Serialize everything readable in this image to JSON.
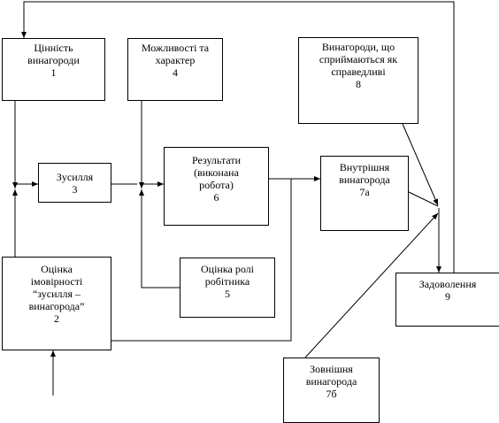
{
  "boxes": {
    "b1": "Цінність\nвинагороди\n1",
    "b4": "Можливості та\nхарактер\n4",
    "b8": "Винагороди, що\nсприймаються як\nсправедливі\n8",
    "b3": "Зусилля\n3",
    "b6": "Результати\n(виконана\nробота)\n6",
    "b7a": "Внутрішня\nвинагорода\n7а",
    "b2": "Оцінка\nімовірності\n“зусилля –\nвинагорода”\n2",
    "b5": "Оцінка ролі\nробітника\n5",
    "b9": "Задоволення\n9",
    "b7b": "Зовнішня\nвинагорода\n7б"
  }
}
